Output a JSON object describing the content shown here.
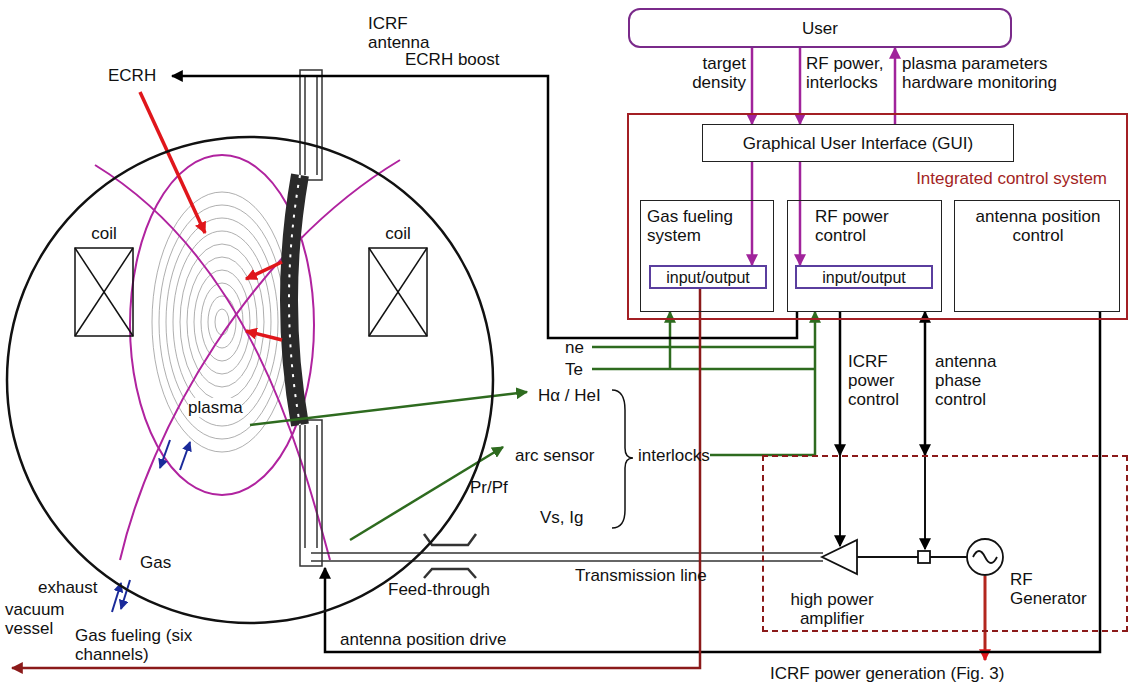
{
  "diagram": {
    "nodes": [
      {
        "text": [
          "User"
        ]
      },
      {
        "text": [
          "Integrated control system"
        ]
      },
      {
        "text": [
          "Graphical User Interface (GUI)"
        ],
        "in": 1
      },
      {
        "text": [
          "Gas fueling system"
        ],
        "in": 1
      },
      {
        "text": [
          "input/output"
        ],
        "in": 3
      },
      {
        "text": [
          "RF power control"
        ],
        "in": 1
      },
      {
        "text": [
          "input/output"
        ],
        "in": 5
      },
      {
        "text": [
          "antenna position control"
        ],
        "in": 1
      },
      {
        "text": [
          "high power amplifier",
          "RF Generator"
        ]
      },
      {
        "text": [
          "vacuum vessel"
        ]
      },
      {
        "text": [
          "coil"
        ],
        "in": 9
      },
      {
        "text": [
          "coil"
        ],
        "in": 9
      }
    ],
    "edges": [
      {
        "from": 0,
        "to": 2,
        "arrow": "to",
        "label": "target density"
      },
      {
        "from": 0,
        "to": 2,
        "arrow": "to",
        "label": "RF power, interlocks"
      },
      {
        "from": 2,
        "to": 0,
        "arrow": "to",
        "label": "plasma parameters hardware monitoring"
      },
      {
        "from": 2,
        "to": 4,
        "arrow": "to"
      },
      {
        "from": 2,
        "to": 6,
        "arrow": "to"
      },
      {
        "from": 5,
        "to": 9,
        "arrow": "to",
        "label": "ECRH boost"
      },
      {
        "from": 5,
        "to": 8,
        "arrow": "to",
        "label": "ICRF power control"
      },
      {
        "from": 5,
        "to": 8,
        "arrow": "both",
        "label": "antenna phase control"
      },
      {
        "from": 7,
        "to": 9,
        "arrow": "to",
        "label": "antenna position drive"
      },
      {
        "from": 4,
        "to": 9,
        "arrow": "to"
      }
    ],
    "labels": [
      "ICRF antenna",
      "ECRH",
      "plasma",
      "Gas",
      "exhaust",
      "Gas fueling (six channels)",
      "ne",
      "Te",
      "Hα / HeI",
      "arc sensor",
      "interlocks",
      "Pr/Pf",
      "Vs, Ig",
      "Feed-through",
      "Transmission line",
      "ICRF power generation (Fig. 3)"
    ]
  }
}
